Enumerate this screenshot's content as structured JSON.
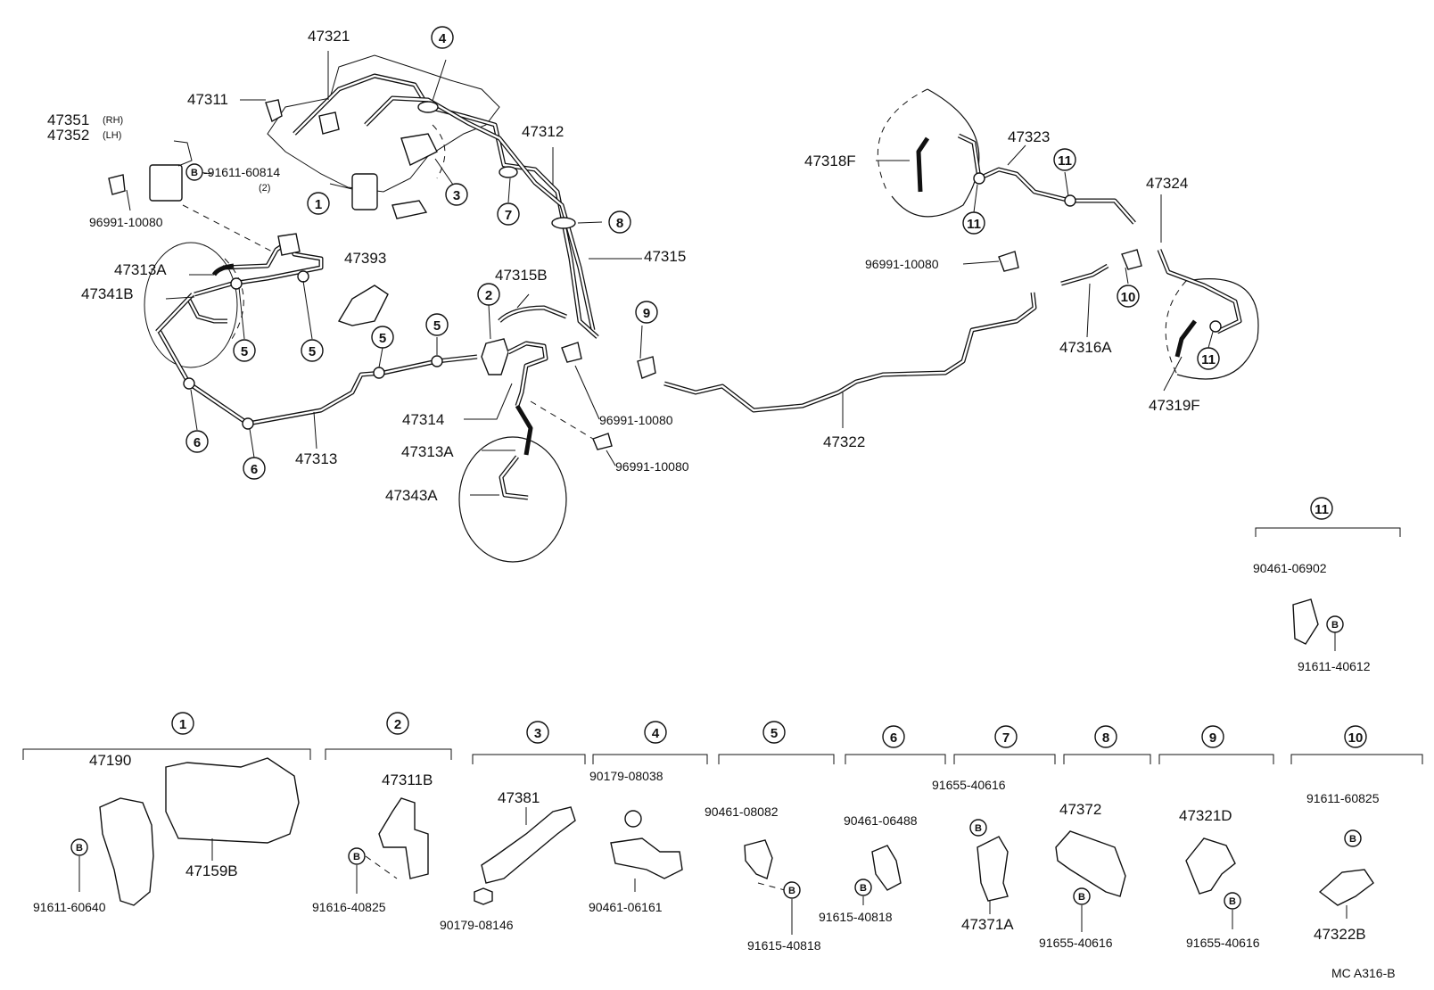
{
  "callouts": {
    "c1": "1",
    "c2": "2",
    "c3": "3",
    "c4": "4",
    "c5": "5",
    "c6": "6",
    "c7": "7",
    "c8": "8",
    "c9": "9",
    "c10": "10",
    "c11": "11",
    "b": "B"
  },
  "parts": {
    "p47321": "47321",
    "p47311": "47311",
    "p47351": "47351",
    "p47352": "47352",
    "rh": "(RH)",
    "lh": "(LH)",
    "p91611_60814": "-91611-60814",
    "qty2": "(2)",
    "p96991_a": "96991-10080",
    "p47313A_top": "47313A",
    "p47341B": "47341B",
    "p47393": "47393",
    "p47312": "47312",
    "p47315": "47315",
    "p47315B": "47315B",
    "p47314": "47314",
    "p47313": "47313",
    "p47313A_mid": "47313A",
    "p47343A": "47343A",
    "p96991_b": "96991-10080",
    "p96991_c": "96991-10080",
    "p47322": "47322",
    "p47318F": "47318F",
    "p47323": "47323",
    "p96991_d": "96991-10080",
    "p47324": "47324",
    "p47316A": "47316A",
    "p47319F": "47319F"
  },
  "groups": {
    "g1": {
      "p1": "47190",
      "p2": "47159B",
      "p3": "91611-60640"
    },
    "g2": {
      "p1": "47311B",
      "p2": "91616-40825"
    },
    "g3": {
      "p1": "47381",
      "p2": "90179-08146"
    },
    "g4": {
      "p1": "90179-08038",
      "p2": "90461-06161"
    },
    "g5": {
      "p1": "90461-08082",
      "p2": "91615-40818"
    },
    "g6": {
      "p1": "90461-06488",
      "p2": "91615-40818"
    },
    "g7": {
      "p1": "91655-40616",
      "p2": "47371A"
    },
    "g8": {
      "p1": "47372",
      "p2": "91655-40616"
    },
    "g9": {
      "p1": "47321D",
      "p2": "91655-40616"
    },
    "g10": {
      "p1": "91611-60825",
      "p2": "47322B"
    },
    "g11": {
      "p1": "90461-06902",
      "p2": "91611-40612"
    }
  },
  "drawing_code": "MC  A316-B"
}
